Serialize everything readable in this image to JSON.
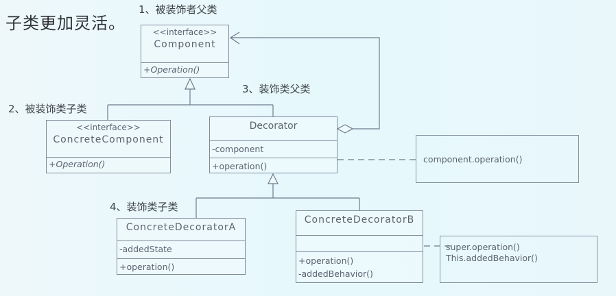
{
  "heading": "子类更加灵活。",
  "labels": {
    "label1": "1、被装饰者父类",
    "label2": "2、被装饰类子类",
    "label3": "3、装饰类父类",
    "label4": "4、装饰类子类"
  },
  "classes": {
    "component": {
      "stereotype": "<<interface>>",
      "name": "Component",
      "methods": [
        "+Operation()"
      ]
    },
    "concrete_component": {
      "stereotype": "<<interface>>",
      "name": "ConcreteComponent",
      "methods": [
        "+Operation()"
      ]
    },
    "decorator": {
      "name": "Decorator",
      "attributes": [
        "-component"
      ],
      "methods": [
        "+operation()"
      ]
    },
    "concrete_decorator_a": {
      "name": "ConcreteDecoratorA",
      "attributes": [
        "-addedState"
      ],
      "methods": [
        "+operation()"
      ]
    },
    "concrete_decorator_b": {
      "name": "ConcreteDecoratorB",
      "attributes": [],
      "methods": [
        "+operation()",
        "-addedBehavior()"
      ]
    }
  },
  "notes": {
    "decorator_note": [
      "component.operation()"
    ],
    "decorator_b_note": [
      "super.operation()",
      "This.addedBehavior()"
    ]
  },
  "colors": {
    "line": "#7f8a9a",
    "text": "#5c6470",
    "background": "#e8f8fc"
  }
}
